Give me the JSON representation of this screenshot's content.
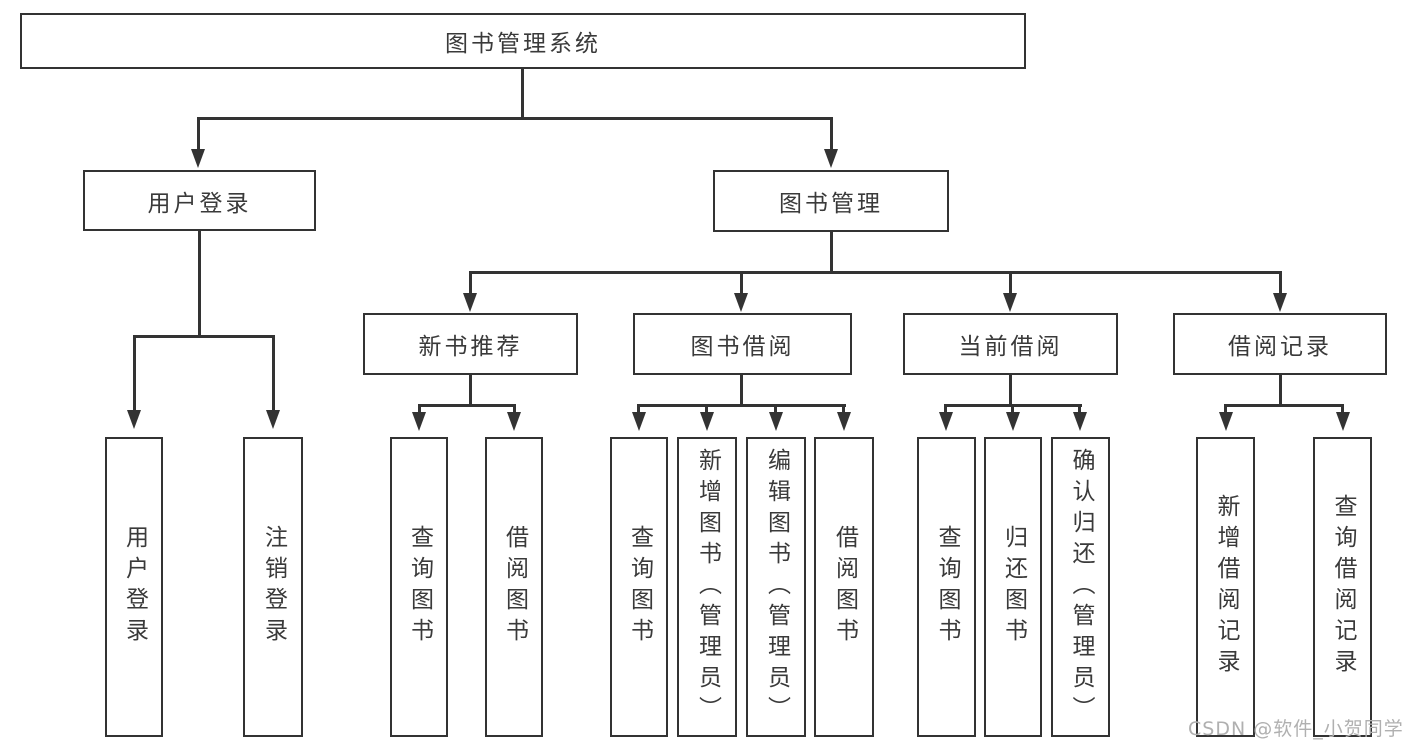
{
  "tree": {
    "root_label": "图书管理系统",
    "children": [
      {
        "label": "用户登录",
        "children": [
          {
            "label": "用户登录"
          },
          {
            "label": "注销登录"
          }
        ]
      },
      {
        "label": "图书管理",
        "children": [
          {
            "label": "新书推荐",
            "children": [
              {
                "label": "查询图书"
              },
              {
                "label": "借阅图书"
              }
            ]
          },
          {
            "label": "图书借阅",
            "children": [
              {
                "label": "查询图书"
              },
              {
                "label": "新增图书（管理员）"
              },
              {
                "label": "编辑图书（管理员）"
              },
              {
                "label": "借阅图书"
              }
            ]
          },
          {
            "label": "当前借阅",
            "children": [
              {
                "label": "查询图书"
              },
              {
                "label": "归还图书"
              },
              {
                "label": "确认归还（管理员）"
              }
            ]
          },
          {
            "label": "借阅记录",
            "children": [
              {
                "label": "新增借阅记录"
              },
              {
                "label": "查询借阅记录"
              }
            ]
          }
        ]
      }
    ]
  },
  "watermark": {
    "text": "CSDN @软件_小贺同学"
  },
  "colors": {
    "line": "#333333",
    "box_background": "#ffffff",
    "text": "#3a3a3a",
    "watermark": "#b0b0b0"
  }
}
